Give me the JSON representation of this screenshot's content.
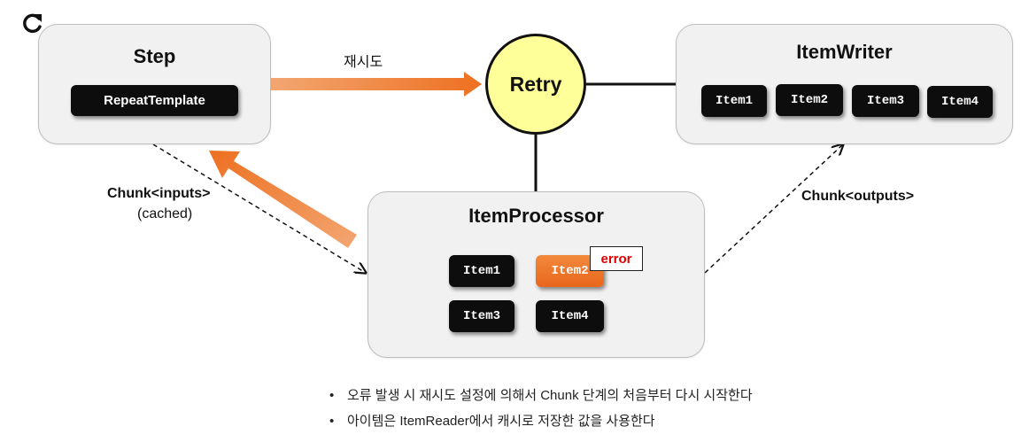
{
  "icons": {
    "refresh": "refresh-icon"
  },
  "step": {
    "title": "Step",
    "template": "RepeatTemplate"
  },
  "retry": {
    "label": "Retry",
    "arrow_label": "재시도"
  },
  "writer": {
    "title": "ItemWriter",
    "items": [
      "Item1",
      "Item2",
      "Item3",
      "Item4"
    ]
  },
  "processor": {
    "title": "ItemProcessor",
    "items": [
      "Item1",
      "Item2",
      "Item3",
      "Item4"
    ],
    "error_label": "error"
  },
  "chunk_inputs": {
    "label": "Chunk<inputs>",
    "sub": "(cached)"
  },
  "chunk_outputs": {
    "label": "Chunk<outputs>"
  },
  "colors": {
    "arrow": "#ed7d31",
    "retry_fill": "#ffff99",
    "error_text": "#e00000",
    "chip": "#0d0d0d"
  },
  "notes": [
    "오류 발생 시 재시도 설정에 의해서 Chunk 단계의 처음부터 다시 시작한다",
    "아이템은 ItemReader에서 캐시로 저장한 값을 사용한다"
  ]
}
